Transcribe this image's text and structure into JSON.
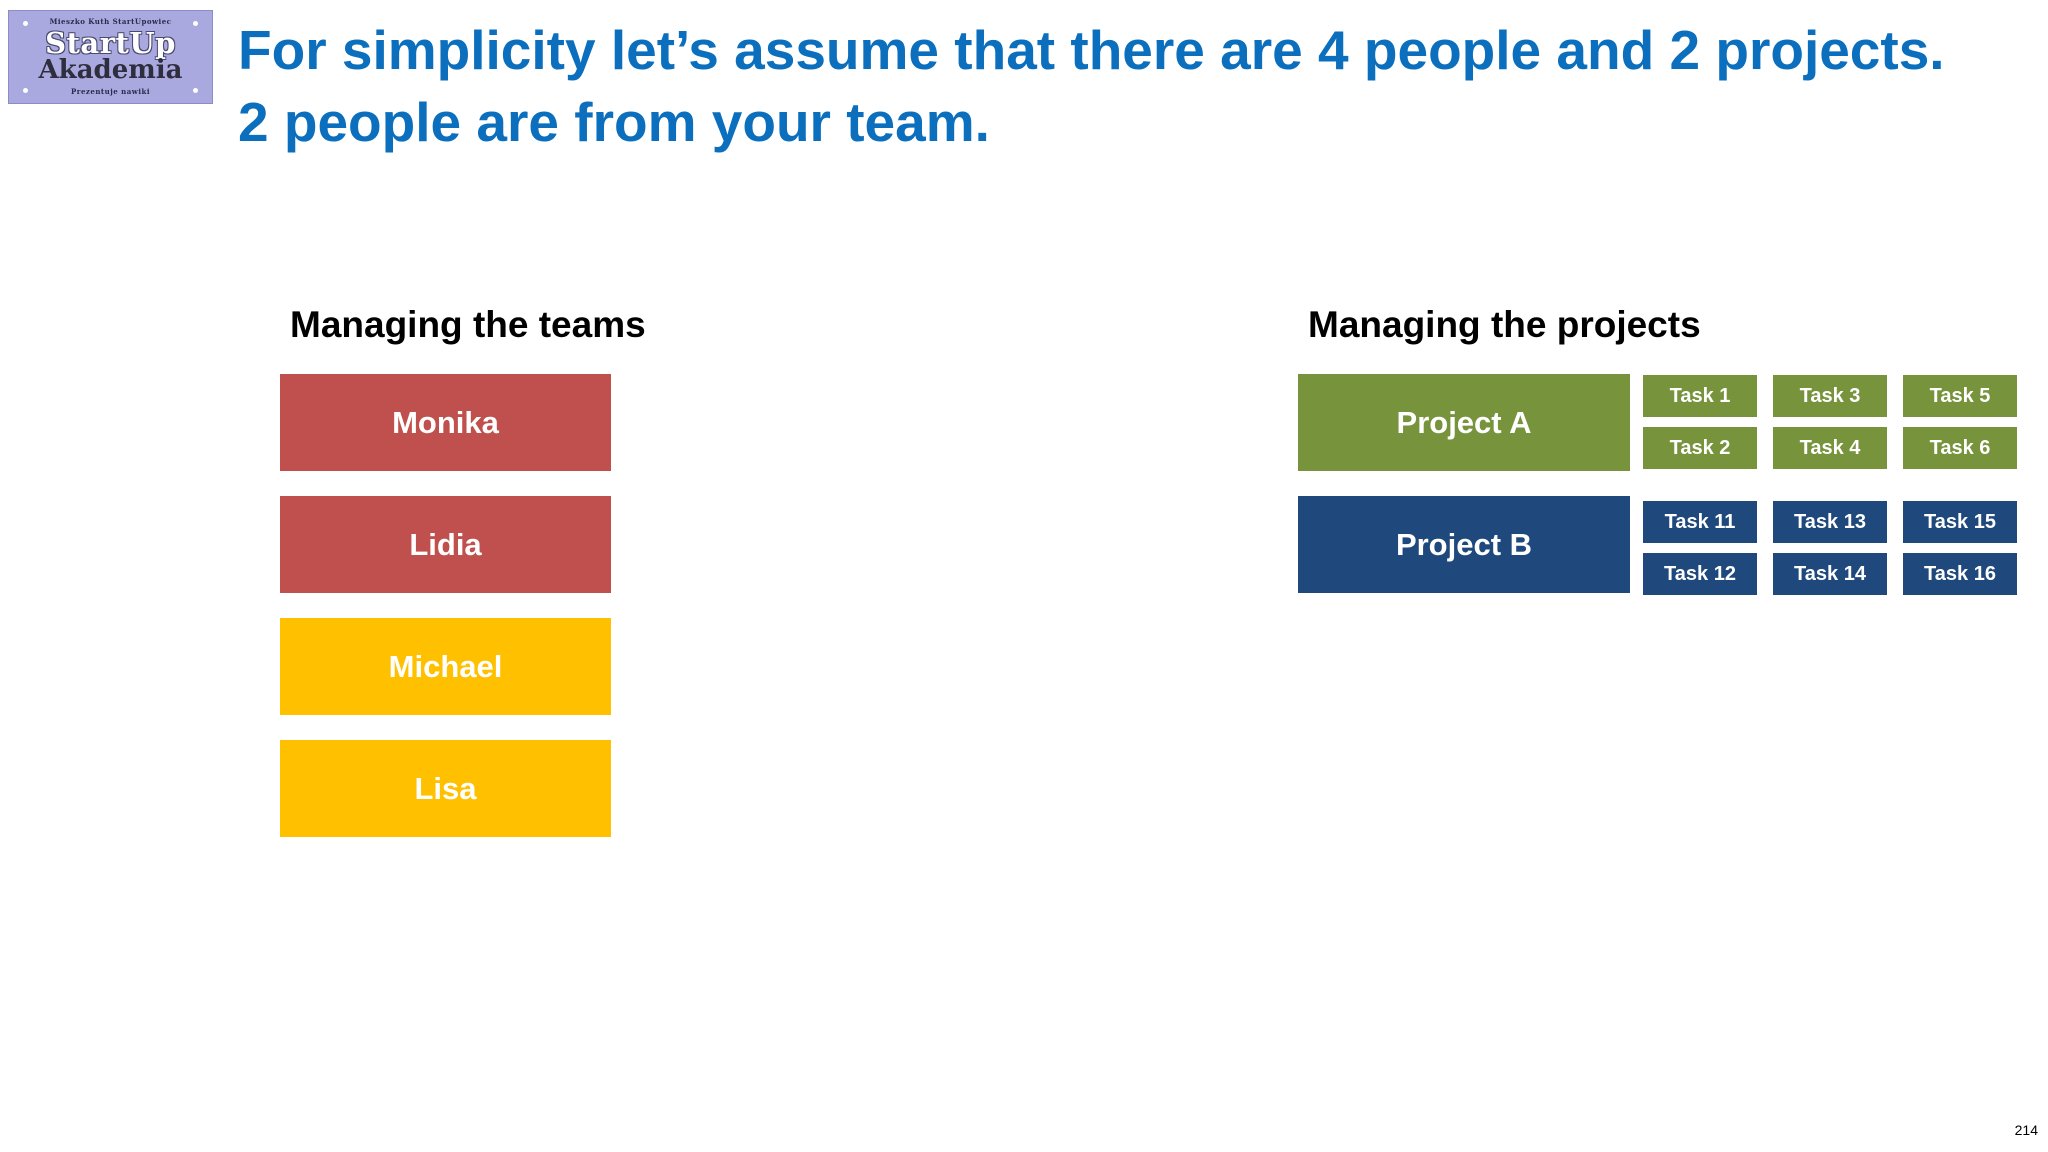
{
  "logo": {
    "tagline_top": "Mieszko Kuth StartUpowiec",
    "line1": "StartUp",
    "line2": "Akademia",
    "tagline_bottom": "Prezentuje nawiki"
  },
  "title": "For simplicity let’s assume that there are 4 people and 2 projects. 2 people are from your team.",
  "teams": {
    "heading": "Managing the teams",
    "people": [
      {
        "name": "Monika",
        "color": "#c0504d"
      },
      {
        "name": "Lidia",
        "color": "#c0504d"
      },
      {
        "name": "Michael",
        "color": "#ffc000"
      },
      {
        "name": "Lisa",
        "color": "#ffc000"
      }
    ]
  },
  "projects": {
    "heading": "Managing the projects",
    "items": [
      {
        "name": "Project A",
        "color": "#77933c",
        "tasks": [
          "Task 1",
          "Task 2",
          "Task 3",
          "Task 4",
          "Task 5",
          "Task 6"
        ]
      },
      {
        "name": "Project B",
        "color": "#1f497d",
        "tasks": [
          "Task 11",
          "Task 12",
          "Task 13",
          "Task 14",
          "Task 15",
          "Task 16"
        ]
      }
    ]
  },
  "page_number": "214"
}
